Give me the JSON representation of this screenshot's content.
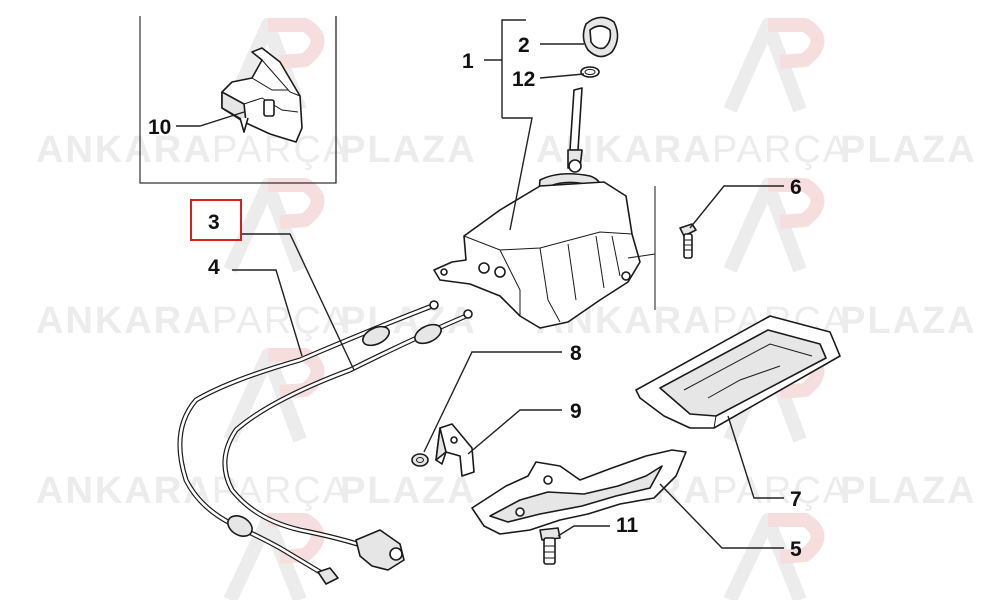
{
  "watermark": {
    "word1": "ANKARA",
    "word2": "PARÇA",
    "word3": "PLAZA"
  },
  "callouts": [
    {
      "id": "c1",
      "label": "1"
    },
    {
      "id": "c2",
      "label": "2"
    },
    {
      "id": "c12",
      "label": "12"
    },
    {
      "id": "c10",
      "label": "10"
    },
    {
      "id": "c3",
      "label": "3",
      "highlighted": true
    },
    {
      "id": "c4",
      "label": "4"
    },
    {
      "id": "c6",
      "label": "6"
    },
    {
      "id": "c8",
      "label": "8"
    },
    {
      "id": "c9",
      "label": "9"
    },
    {
      "id": "c7",
      "label": "7"
    },
    {
      "id": "c11",
      "label": "11"
    },
    {
      "id": "c5",
      "label": "5"
    }
  ],
  "colors": {
    "highlight": "#d42020",
    "watermark": "#ececec",
    "line": "#1a1a1a"
  }
}
